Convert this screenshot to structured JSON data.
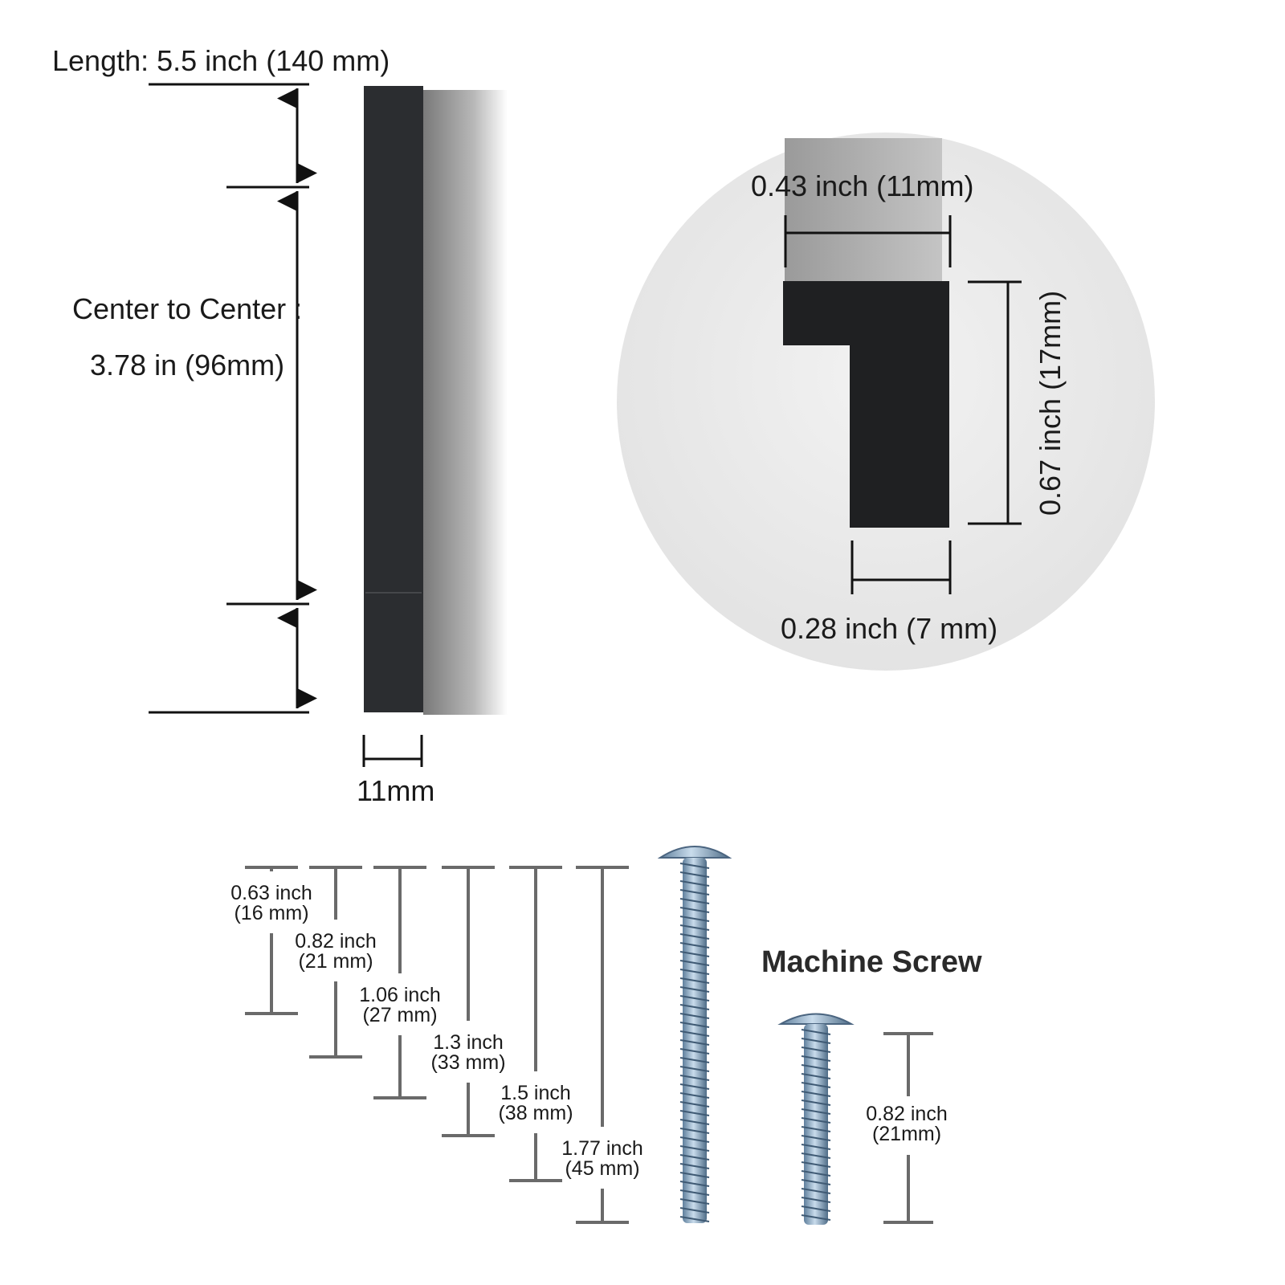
{
  "handle": {
    "length_label": "Length: 5.5 inch (140 mm)",
    "center_label": "Center to Center :",
    "center_value": "3.78 in (96mm)",
    "width_label": "11mm",
    "color": "#2b2d30"
  },
  "profile": {
    "width_label": "0.43 inch (11mm)",
    "height_label": "0.67 inch (17mm)",
    "lip_label": "0.28 inch (7 mm)"
  },
  "screws": {
    "title": "Machine Screw",
    "lengths": [
      {
        "inch": "0.63 inch",
        "mm": "(16 mm)"
      },
      {
        "inch": "0.82 inch",
        "mm": "(21 mm)"
      },
      {
        "inch": "1.06 inch",
        "mm": "(27 mm)"
      },
      {
        "inch": "1.3 inch",
        "mm": "(33 mm)"
      },
      {
        "inch": "1.5 inch",
        "mm": "(38 mm)"
      },
      {
        "inch": "1.77 inch",
        "mm": "(45 mm)"
      }
    ],
    "short_screw": {
      "inch": "0.82 inch",
      "mm": "(21mm)"
    },
    "color": "#8fb0cc"
  }
}
